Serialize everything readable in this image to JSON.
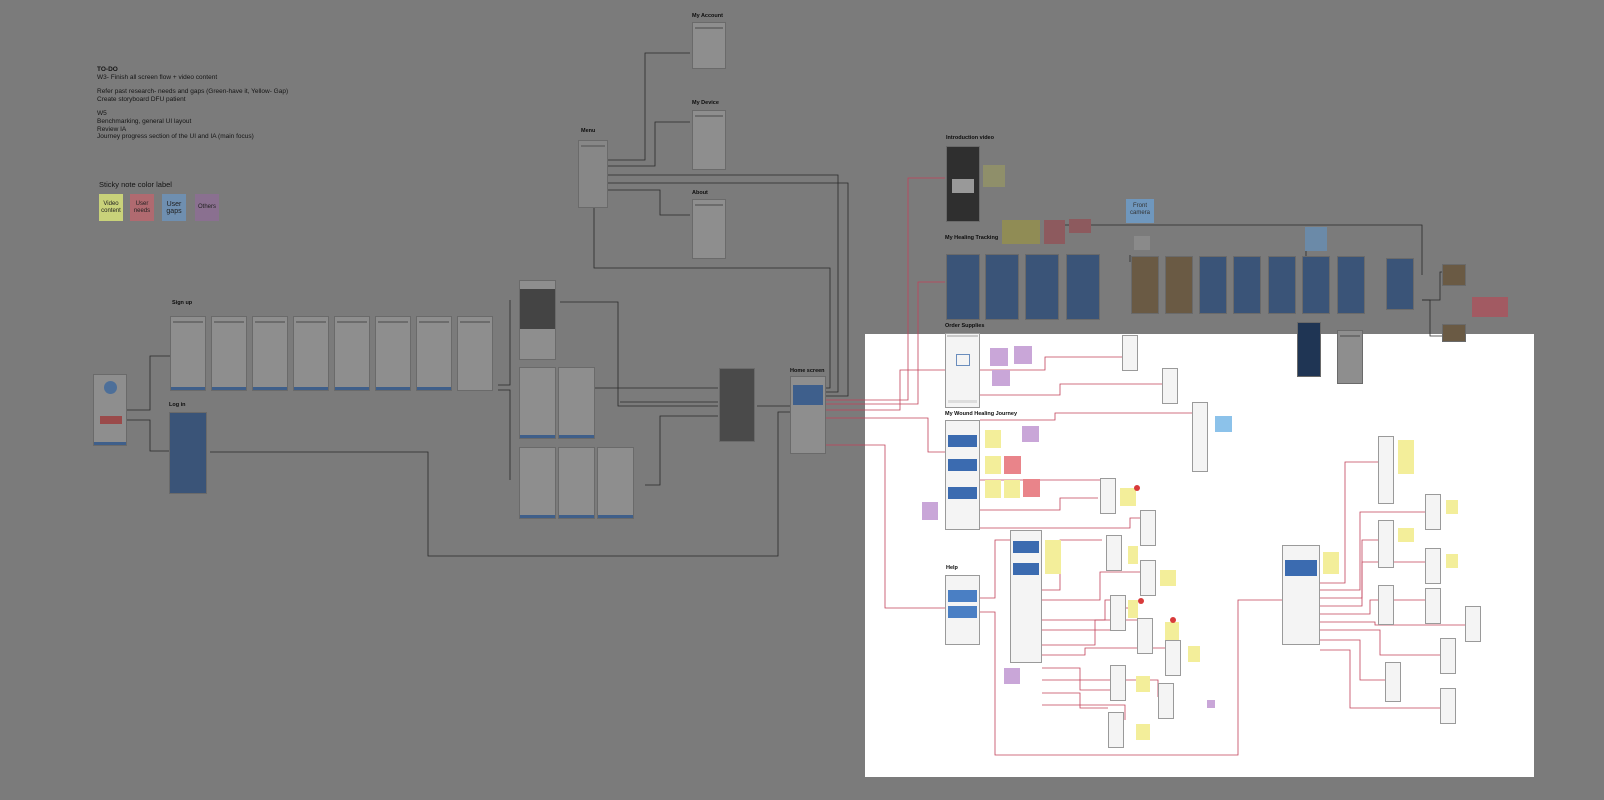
{
  "todo": {
    "title": "TO-DO",
    "lines": [
      "W3- Finish all screen flow + video content",
      "",
      "Refer past research- needs and gaps (Green-have it, Yellow- Gap)",
      "Create storyboard DFU patient",
      "",
      "W5",
      "Benchmarking, general UI  layout",
      "Review IA",
      "Journey progress section of the UI and IA (main focus)"
    ]
  },
  "sticky_legend": {
    "title": "Sticky note color label",
    "items": [
      {
        "label": "Video content",
        "color": "#c9d27a"
      },
      {
        "label": "User needs",
        "color": "#b06a70"
      },
      {
        "label": "User gaps",
        "color": "#6f8fb0"
      },
      {
        "label": "Others",
        "color": "#8a7090"
      }
    ]
  },
  "sections": {
    "my_account": "My Account",
    "my_device": "My Device",
    "about": "About",
    "menu": "Menu",
    "sign_up": "Sign up",
    "log_in": "Log in",
    "home_screen": "Home screen",
    "introduction_video": "Introduction video",
    "my_healing_tracking": "My Healing Tracking",
    "front_camera": "Front camera",
    "order_supplies": "Order Supplies",
    "my_wound_healing_journey": "My Wound Healing Journey",
    "help": "Help"
  },
  "colors": {
    "canvas_dimmed": "#7b7b7b",
    "focus_area": "#ffffff",
    "connector_dark": "#2b2b2b",
    "connector_red": "#c2415a",
    "brand_blue": "#3b6bb0",
    "note_yellow": "#f3ee9a",
    "note_purple": "#c9a6d8",
    "note_pink": "#e9848a",
    "note_blue": "#8cc2ea"
  }
}
